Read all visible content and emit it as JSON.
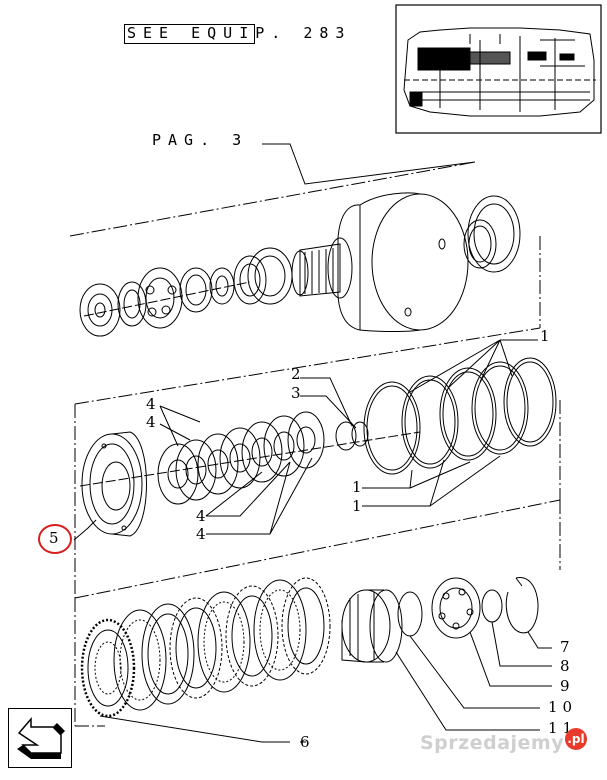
{
  "header": {
    "see_equip": "SEE EQUIP. 283",
    "pag_ref": "PAG. 3"
  },
  "callouts": [
    "1",
    "2",
    "3",
    "4",
    "5",
    "6",
    "7",
    "8",
    "9",
    "10",
    "11"
  ],
  "reference_highlight": "5",
  "watermark": {
    "text": "Sprzedajemy",
    "badge": ".pl",
    "color": "#e9392b"
  },
  "nav_arrow_icon": "nav-arrow-icon",
  "colors": {
    "highlight": "#d81e1e",
    "line": "#000000"
  }
}
